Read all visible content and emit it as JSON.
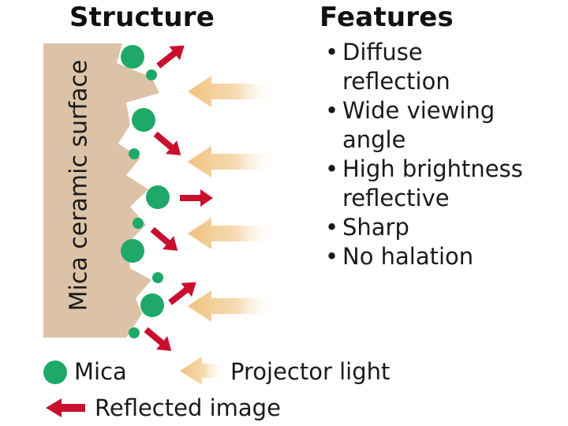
{
  "structure_title": "Structure",
  "features_title": "Features",
  "surface_label": "Mica ceramic surface",
  "features": [
    {
      "line1": "Diffuse",
      "line2": "reflection"
    },
    {
      "line1": "Wide viewing",
      "line2": "angle"
    },
    {
      "line1": "High brightness",
      "line2": "reflective"
    },
    {
      "line1": "Sharp",
      "line2": ""
    },
    {
      "line1": "No halation",
      "line2": ""
    }
  ],
  "legend": {
    "mica": "Mica",
    "projector": "Projector light",
    "reflected": "Reflected image"
  },
  "colors": {
    "surface": "#dcc3a8",
    "mica": "#1ea968",
    "reflected_arrow": "#c8102e",
    "projector_arrow": "#f2c98a"
  }
}
